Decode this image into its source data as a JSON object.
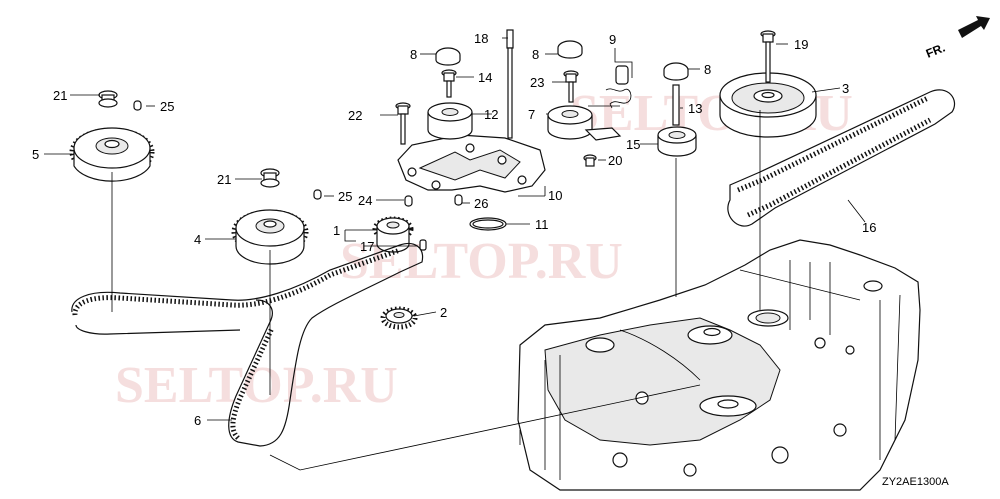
{
  "watermark": "SELTOP.RU",
  "diagram_code": "ZY2AE1300A",
  "direction_label": "FR.",
  "callouts": {
    "c1": "1",
    "c2": "2",
    "c3": "3",
    "c4": "4",
    "c5": "5",
    "c6": "6",
    "c7": "7",
    "c8a": "8",
    "c8b": "8",
    "c8c": "8",
    "c9": "9",
    "c10": "10",
    "c11": "11",
    "c12": "12",
    "c13": "13",
    "c14": "14",
    "c15": "15",
    "c16": "16",
    "c17": "17",
    "c18": "18",
    "c19": "19",
    "c20": "20",
    "c21a": "21",
    "c21b": "21",
    "c22": "22",
    "c23": "23",
    "c24": "24",
    "c25a": "25",
    "c25b": "25",
    "c26": "26"
  }
}
